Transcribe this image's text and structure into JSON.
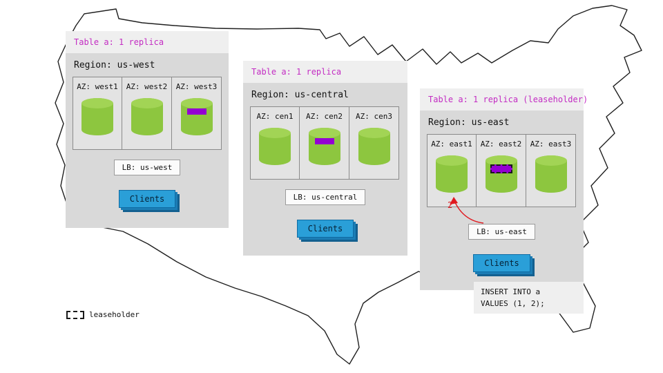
{
  "colors": {
    "panel": "#d9d9d9",
    "panel-header": "#efefef",
    "az-box": "#e3e3e3",
    "green": "#8dc63f",
    "green-top": "#a2d455",
    "purple": "#9400d3",
    "magenta": "#c32cc3",
    "blue": "#2a9fd8",
    "blue-dark1": "#1b7db5",
    "blue-dark2": "#136090",
    "red": "#e0191f"
  },
  "panels": [
    {
      "header": "Table a: 1 replica",
      "region": "Region: us-west",
      "azs": [
        {
          "label": "AZ: west1",
          "marker": ""
        },
        {
          "label": "AZ: west2",
          "marker": ""
        },
        {
          "label": "AZ: west3",
          "marker": "replica"
        }
      ],
      "lb": "LB: us-west",
      "clients": "Clients"
    },
    {
      "header": "Table a: 1 replica",
      "region": "Region: us-central",
      "azs": [
        {
          "label": "AZ: cen1",
          "marker": ""
        },
        {
          "label": "AZ: cen2",
          "marker": "replica"
        },
        {
          "label": "AZ: cen3",
          "marker": ""
        }
      ],
      "lb": "LB: us-central",
      "clients": "Clients"
    },
    {
      "header": "Table a: 1 replica (leaseholder)",
      "region": "Region: us-east",
      "azs": [
        {
          "label": "AZ: east1",
          "marker": ""
        },
        {
          "label": "AZ: east2",
          "marker": "leaseholder"
        },
        {
          "label": "AZ: east3",
          "marker": ""
        }
      ],
      "lb": "LB: us-east",
      "clients": "Clients"
    }
  ],
  "annotation": {
    "label": "2"
  },
  "insert_note": {
    "line1": "INSERT INTO a",
    "line2": "VALUES (1, 2);"
  },
  "legend": {
    "label": "leaseholder"
  }
}
